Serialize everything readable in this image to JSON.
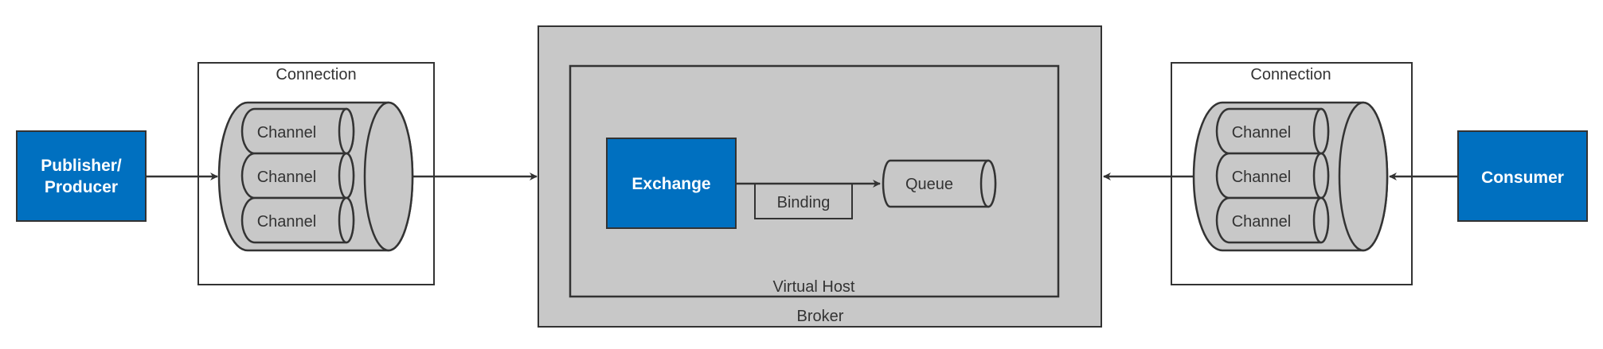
{
  "colors": {
    "actor_fill": "#0070c0",
    "broker_fill": "#c8c8c8",
    "stroke": "#333333",
    "text_dark": "#333333",
    "text_light": "#ffffff",
    "background": "#ffffff"
  },
  "publisher": {
    "line1": "Publisher/",
    "line2": "Producer"
  },
  "consumer": {
    "label": "Consumer"
  },
  "left_connection": {
    "label": "Connection",
    "channels": [
      "Channel",
      "Channel",
      "Channel"
    ]
  },
  "right_connection": {
    "label": "Connection",
    "channels": [
      "Channel",
      "Channel",
      "Channel"
    ]
  },
  "broker": {
    "label": "Broker",
    "virtual_host": {
      "label": "Virtual Host",
      "exchange": "Exchange",
      "binding": "Binding",
      "queue": "Queue"
    }
  }
}
